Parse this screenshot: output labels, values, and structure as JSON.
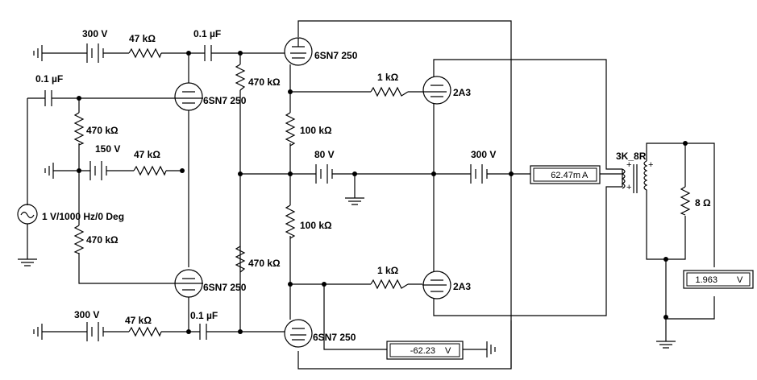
{
  "labels": {
    "v_top_left": "300 V",
    "r_top_left": "47 kΩ",
    "c_top": "0.1 µF",
    "c_in": "0.1 µF",
    "r_grid_top": "470 kΩ",
    "v_mid": "150 V",
    "r_mid": "47 kΩ",
    "r_grid_bot": "470 kΩ",
    "source": "1 V/1000 Hz/0 Deg",
    "v_bot_left": "300 V",
    "r_bot_left": "47 kΩ",
    "c_bot": "0.1 µF",
    "r_470_top": "470 kΩ",
    "r_470_bot": "470 kΩ",
    "r_100_top": "100 kΩ",
    "r_100_bot": "100 kΩ",
    "v_80": "80 V",
    "r_1k_top": "1 kΩ",
    "r_1k_bot": "1 kΩ",
    "v_300_right": "300 V",
    "transformer": "3K_8R",
    "r_load": "8 Ω",
    "tube_a": "6SN7 250",
    "tube_b": "6SN7 250",
    "tube_c": "6SN7 250",
    "tube_d": "6SN7 250",
    "tube_e": "2A3",
    "tube_f": "2A3"
  },
  "meters": {
    "ammeter": {
      "value": "62.47m",
      "unit": "A"
    },
    "volt_out": {
      "value": "1.963",
      "unit": "V"
    },
    "volt_bias": {
      "value": "-62.23",
      "unit": "V"
    }
  },
  "icons": [
    "battery-icon",
    "resistor-icon",
    "capacitor-icon",
    "triode-icon",
    "ac-source-icon",
    "ground-icon",
    "transformer-icon",
    "meter-icon"
  ]
}
